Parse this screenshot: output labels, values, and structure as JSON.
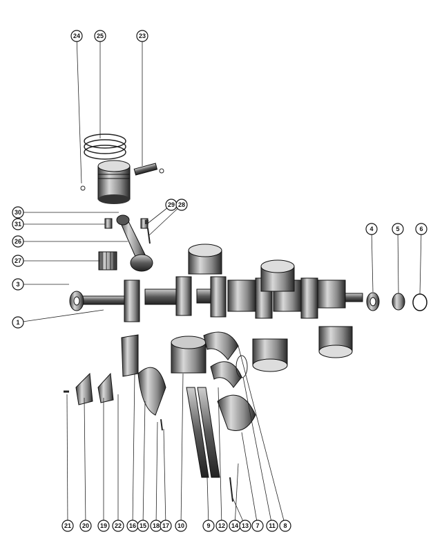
{
  "diagram": {
    "type": "exploded-parts-view",
    "callouts": {
      "top": [
        "24",
        "25",
        "23"
      ],
      "pin_bolt": [
        "29",
        "28"
      ],
      "left": [
        "30",
        "31",
        "26",
        "27",
        "3",
        "1"
      ],
      "right": [
        "4",
        "5",
        "6"
      ],
      "bottom": [
        "21",
        "20",
        "19",
        "22",
        "16",
        "15",
        "18",
        "17",
        "10",
        "9",
        "12",
        "14",
        "13",
        "7",
        "11",
        "8"
      ]
    }
  }
}
